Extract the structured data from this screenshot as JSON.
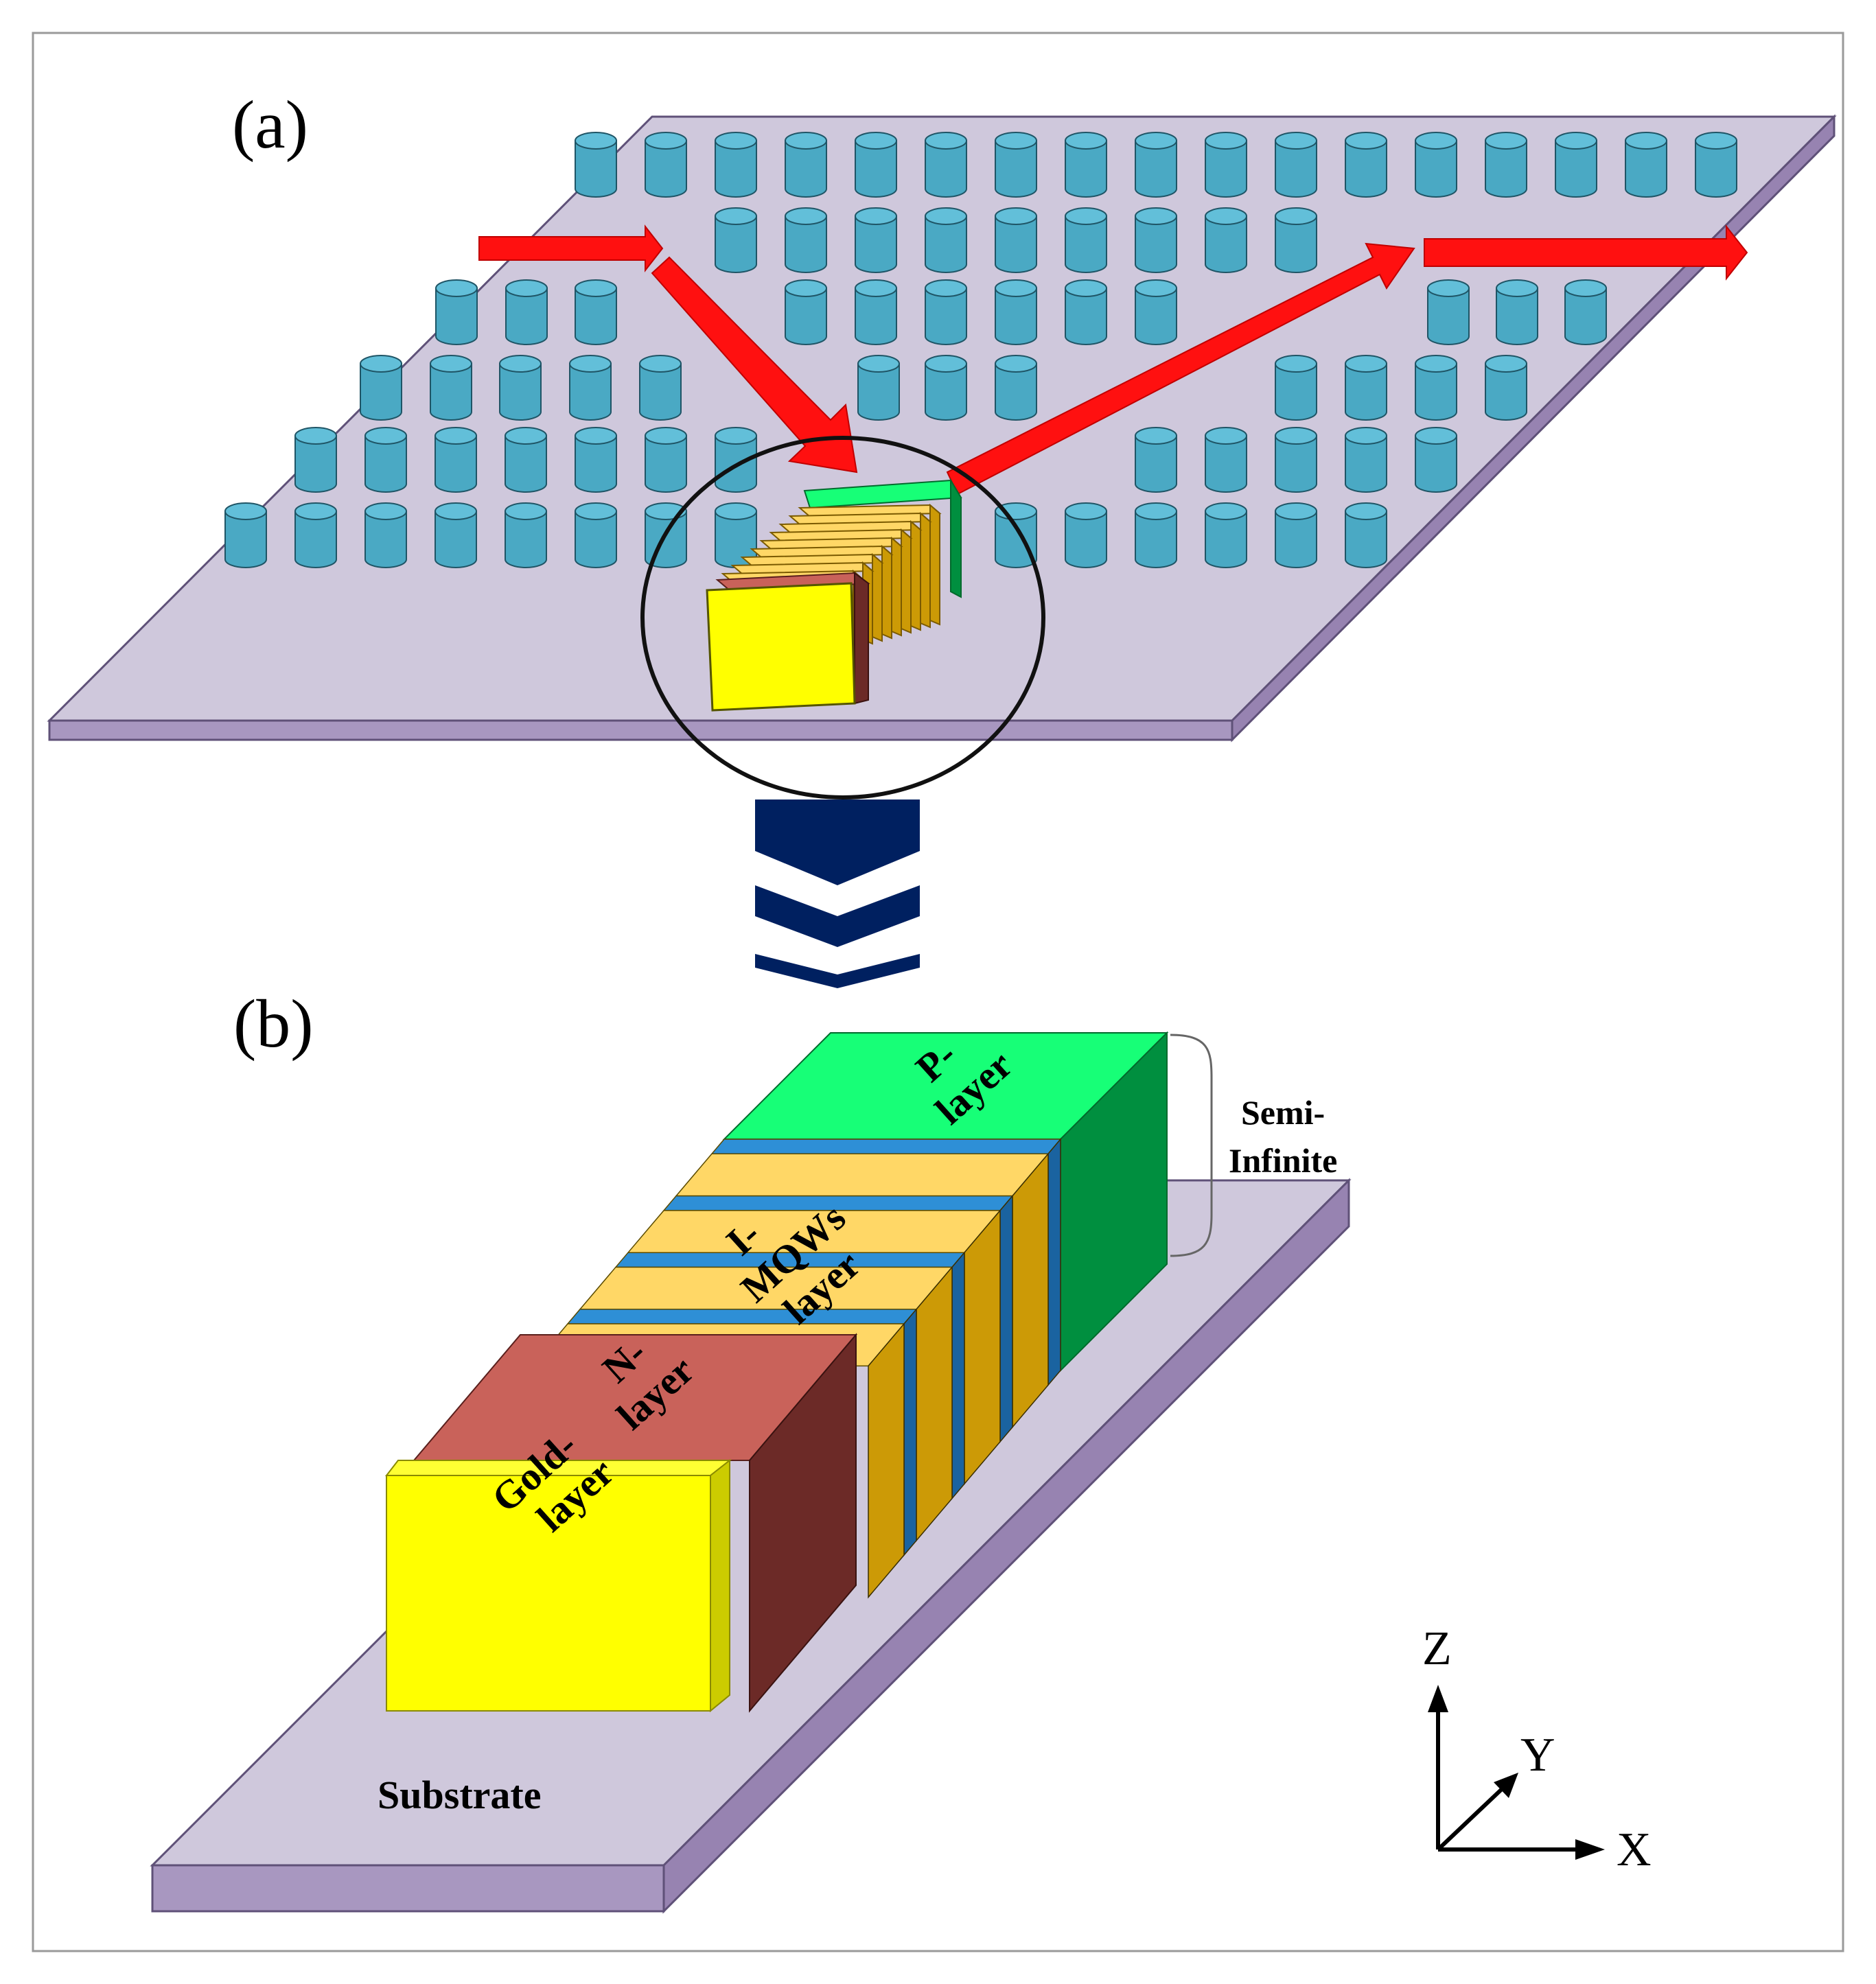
{
  "panels": {
    "a_label": "(a)",
    "b_label": "(b)"
  },
  "layers": {
    "p_line1": "P-",
    "p_line2": "layer",
    "i_line1": "I-",
    "i_line2": "MQWs",
    "i_line3": "layer",
    "n_line1": "N-",
    "n_line2": "layer",
    "gold_line1": "Gold-",
    "gold_line2": "layer",
    "substrate": "Substrate",
    "semi_line1": "Semi-",
    "semi_line2": "Infinite"
  },
  "axes": {
    "z": "Z",
    "y": "Y",
    "x": "X"
  },
  "colors": {
    "substrate_top": "#cfc8dc",
    "substrate_side": "#9783b1",
    "pillar": "#4aa9c4",
    "pillar_top": "#62bfd9",
    "arrow": "#ff1010",
    "chevron": "#002060",
    "gold_front": "#ffff00",
    "n_top": "#c9625a",
    "n_side": "#6c2a27",
    "mqw_top": "#ffd766",
    "mqw_side": "#cc9a06",
    "barrier": "#2e8fd6",
    "p_top": "#17ff77",
    "p_side": "#008f3f"
  }
}
